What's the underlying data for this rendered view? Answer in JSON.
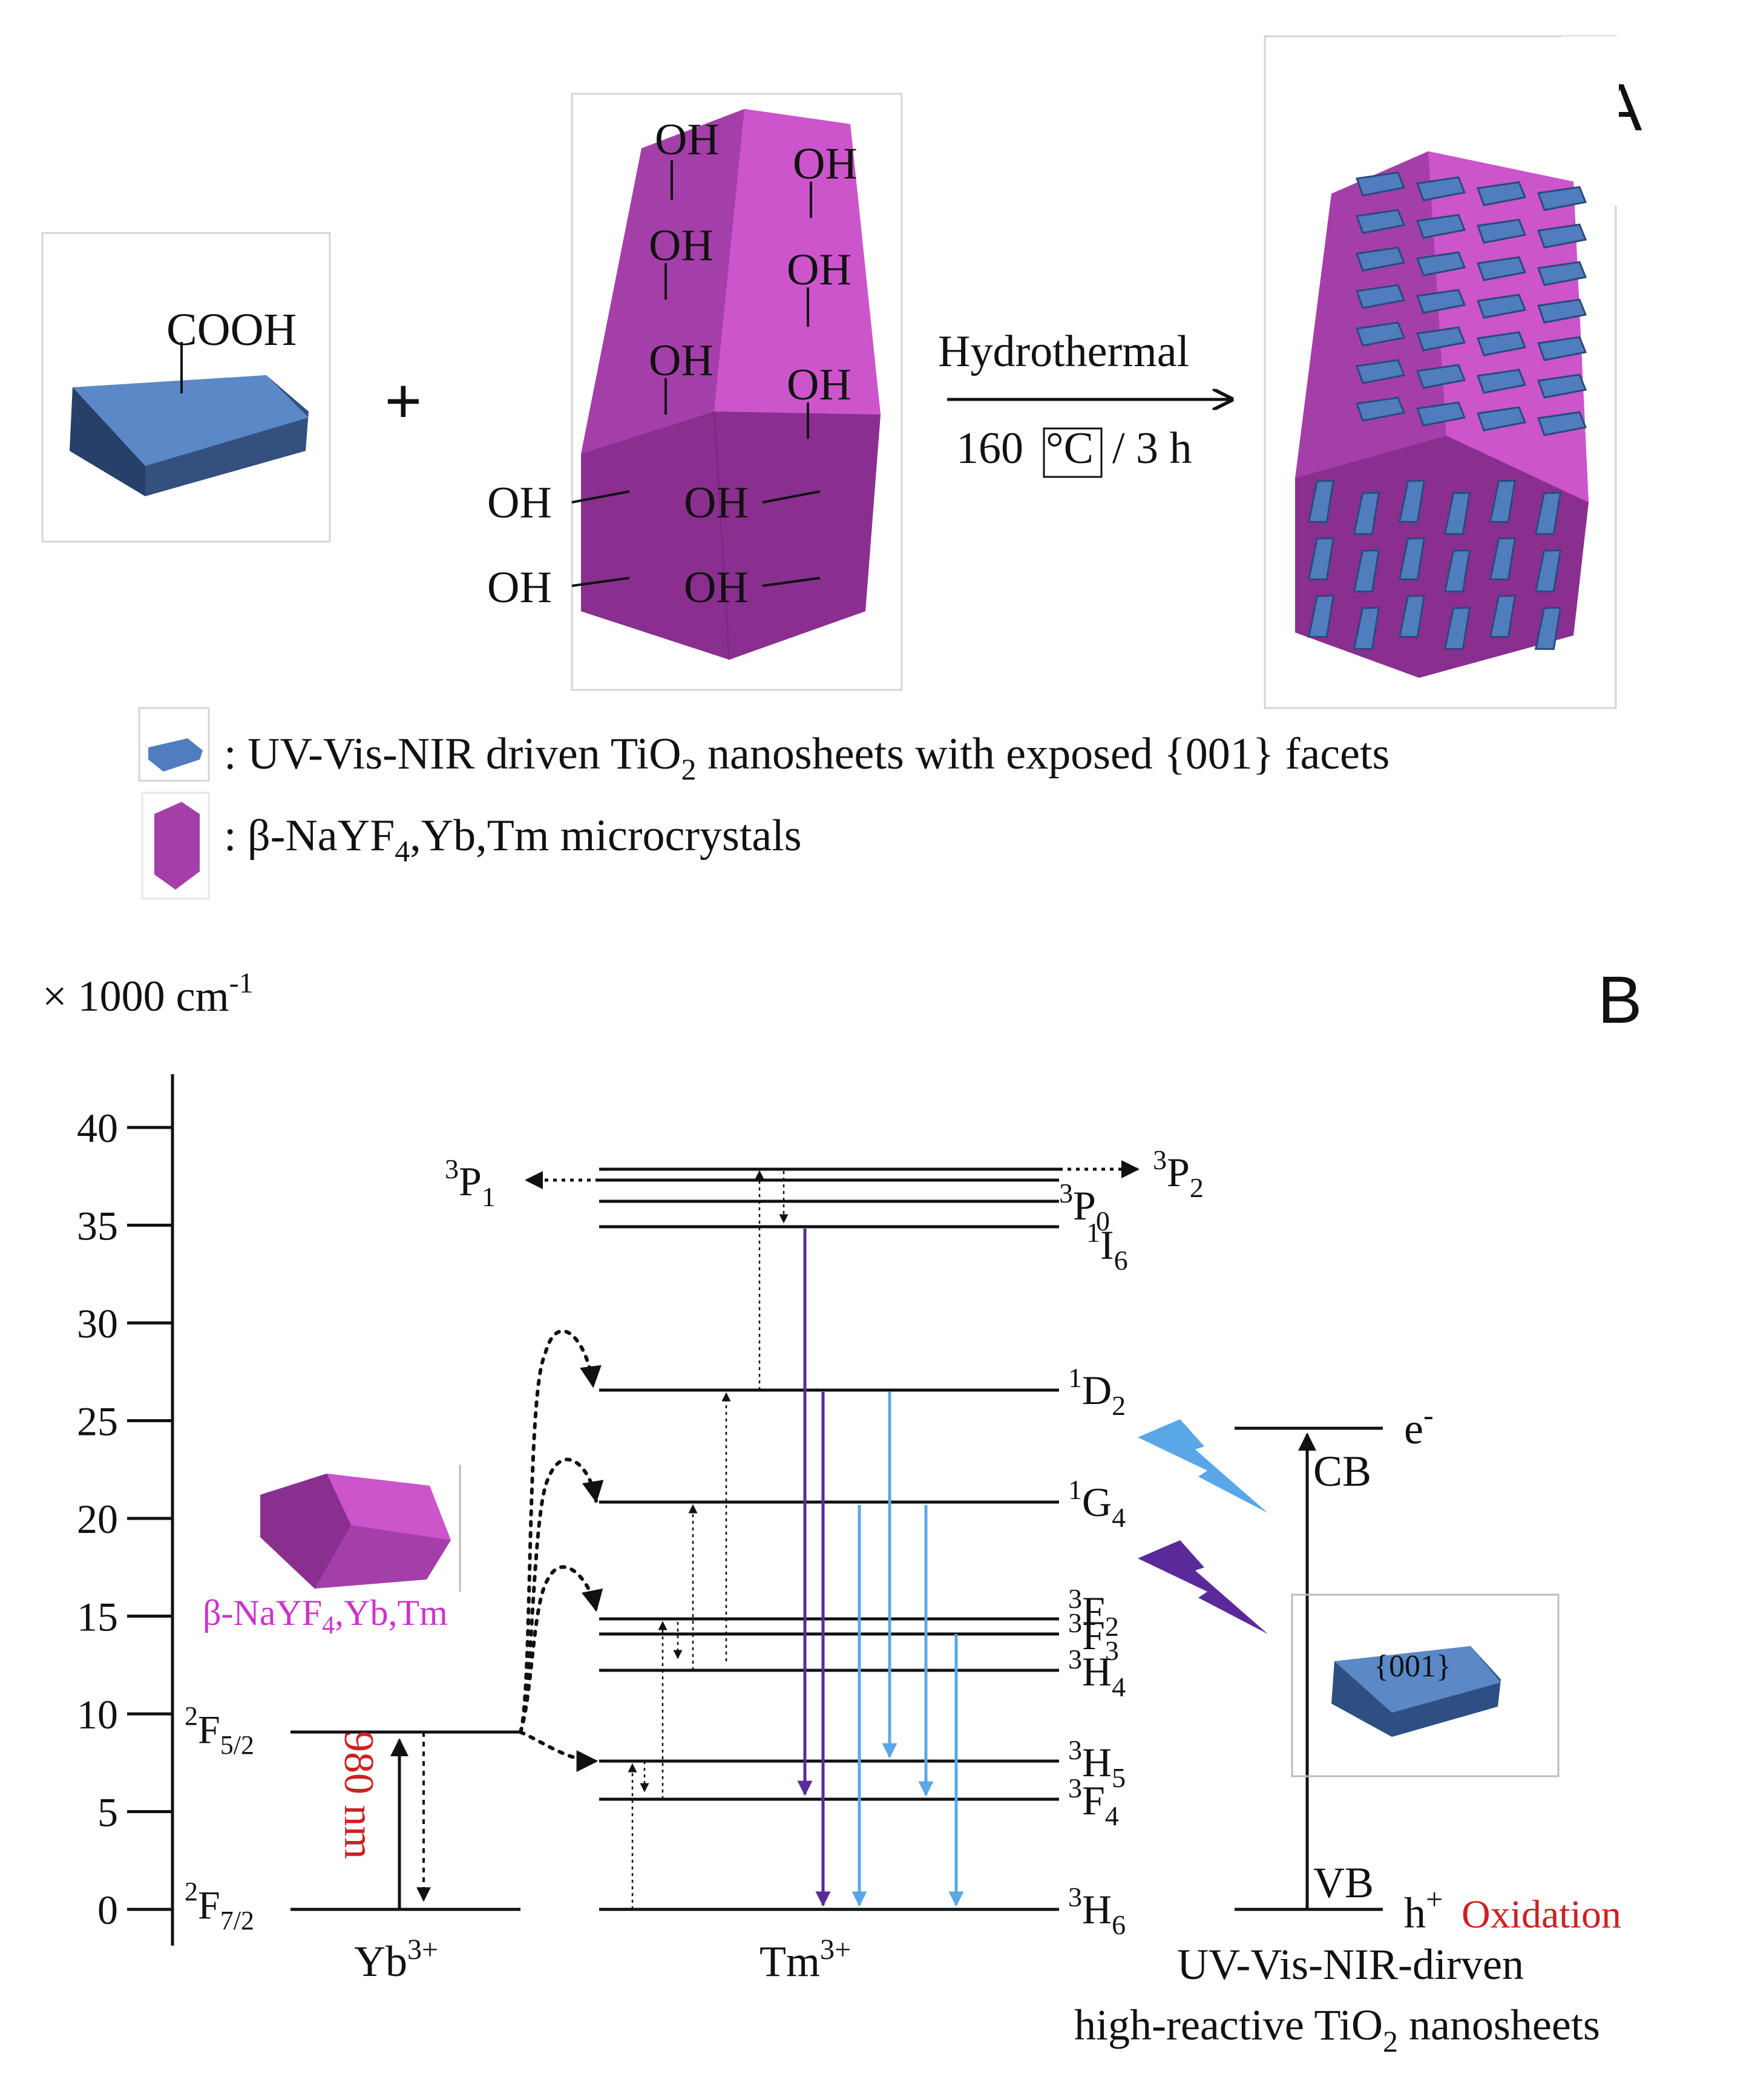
{
  "panel_a": {
    "label": "A",
    "cooh": "COOH",
    "plus": "+",
    "oh": "OH",
    "arrow_top": "Hydrothermal",
    "arrow_bottom_num": "160",
    "arrow_bottom_unit": "°C",
    "arrow_bottom_rest": "/ 3 h",
    "legend": {
      "item1_prefix": ": UV-Vis-NIR driven TiO",
      "item1_sub": "2",
      "item1_suffix": " nanosheets with exposed {001} facets",
      "item2_prefix": ": β-NaYF",
      "item2_sub": "4",
      "item2_suffix": ",Yb,Tm microcrystals"
    }
  },
  "panel_b": {
    "label": "B",
    "unit_prefix": "× 1000 cm",
    "unit_sup": "-1",
    "y_ticks": [
      "0",
      "5",
      "10",
      "15",
      "20",
      "25",
      "30",
      "35",
      "40"
    ],
    "yb": {
      "upper": {
        "pre": "2",
        "main": "F",
        "sub": "5/2"
      },
      "lower": {
        "pre": "2",
        "main": "F",
        "sub": "7/2"
      },
      "laser": "980 nm",
      "crystal_label_a": "β-NaYF",
      "crystal_label_sub": "4",
      "crystal_label_b": ",Yb,Tm",
      "name": "Yb",
      "name_sup": "3+"
    },
    "tm": {
      "name": "Tm",
      "name_sup": "3+",
      "levels": [
        {
          "pre": "3",
          "main": "P",
          "sub": "2"
        },
        {
          "pre": "3",
          "main": "P",
          "sub": "1"
        },
        {
          "pre": "3",
          "main": "P",
          "sub": "0"
        },
        {
          "pre": "1",
          "main": "I",
          "sub": "6"
        },
        {
          "pre": "1",
          "main": "D",
          "sub": "2"
        },
        {
          "pre": "1",
          "main": "G",
          "sub": "4"
        },
        {
          "pre": "3",
          "main": "F",
          "sub": "2"
        },
        {
          "pre": "3",
          "main": "F",
          "sub": "3"
        },
        {
          "pre": "3",
          "main": "H",
          "sub": "4"
        },
        {
          "pre": "3",
          "main": "H",
          "sub": "5"
        },
        {
          "pre": "3",
          "main": "F",
          "sub": "4"
        },
        {
          "pre": "3",
          "main": "H",
          "sub": "6"
        }
      ]
    },
    "tio2": {
      "e": "e",
      "e_sup": "-",
      "cb": "CB",
      "vb": "VB",
      "h": "h",
      "h_sup": "+",
      "oxidation": "Oxidation",
      "facet": "{001}",
      "caption1": "UV-Vis-NIR-dirven",
      "caption2_a": "high-reactive TiO",
      "caption2_sub": "2",
      "caption2_b": " nanosheets"
    }
  },
  "colors": {
    "tio2_blue": "#4f7dbd",
    "crystal_magenta": "#a43fa9",
    "purple_arrow": "#5a2a9a",
    "light_blue_arrow": "#5aa7e8",
    "red_text": "#cc2222"
  }
}
